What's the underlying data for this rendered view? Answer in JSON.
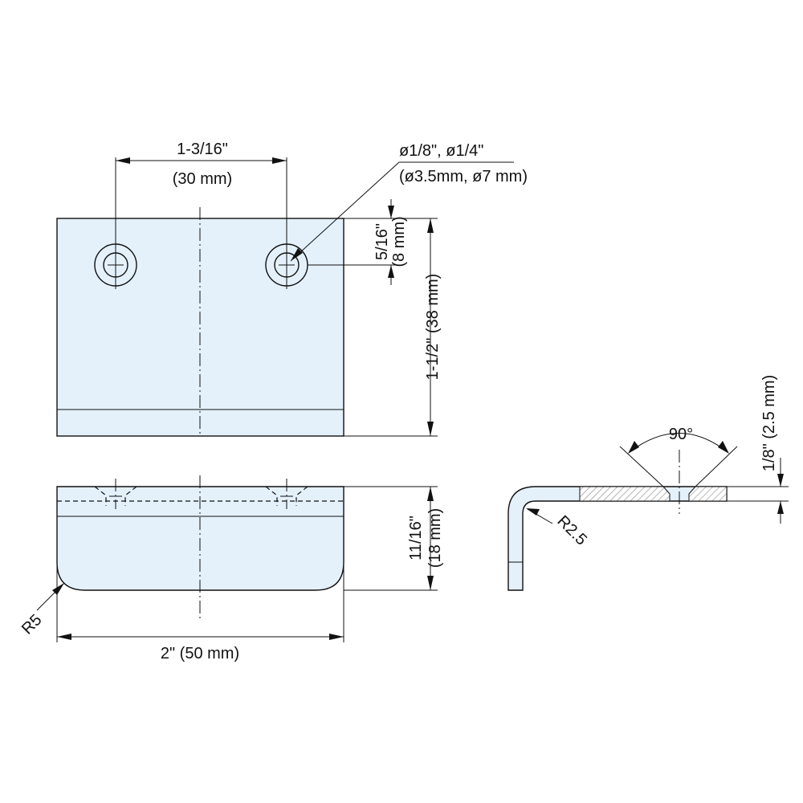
{
  "colors": {
    "part_fill": "#e4f1fb",
    "line": "#111111",
    "hatch": "#888888"
  },
  "dimensions": {
    "hole_spacing": {
      "imperial": "1-3/16\"",
      "metric": "(30 mm)"
    },
    "hole_diameter": {
      "imperial": "ø1/8\", ø1/4\"",
      "metric": "(ø3.5mm, ø7 mm)"
    },
    "hole_offset": {
      "imperial": "5/16\"",
      "metric": "(8 mm)"
    },
    "height": {
      "text": "1-1/2\" (38 mm)"
    },
    "lip_height": {
      "imperial": "11/16\"",
      "metric": "(18 mm)"
    },
    "width": {
      "text": "2\" (50 mm)"
    },
    "corner_radius": {
      "text": "R5"
    },
    "bend_radius": {
      "text": "R2.5"
    },
    "countersink_angle": {
      "text": "90°"
    },
    "thickness": {
      "text": "1/8\" (2.5 mm)"
    }
  }
}
